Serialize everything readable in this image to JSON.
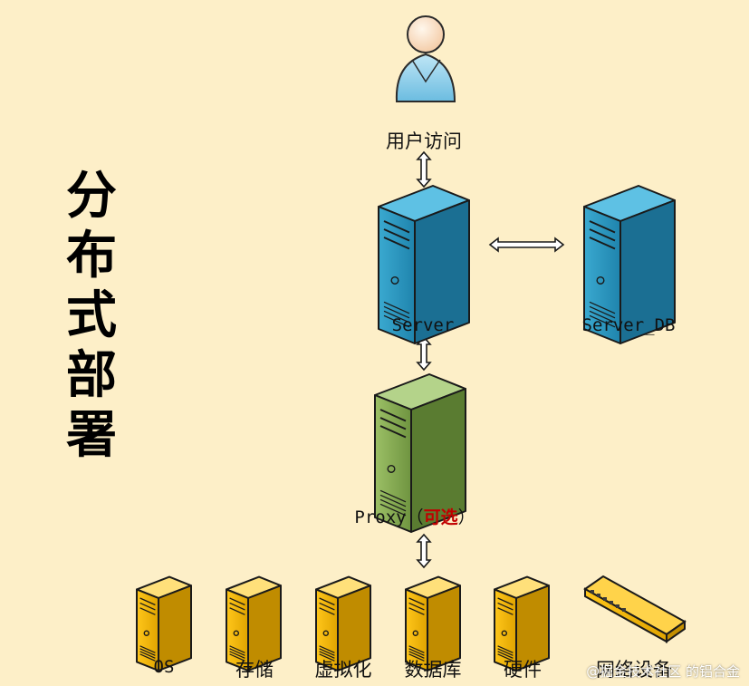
{
  "title_chars": [
    "分",
    "布",
    "式",
    "部",
    "署"
  ],
  "user_label": "用户访问",
  "server_label": "Server",
  "server_db_label": "Server_DB",
  "proxy_label": "Proxy",
  "proxy_optional_open": "（",
  "proxy_optional": "可选",
  "proxy_optional_close": "）",
  "bottom_items": [
    {
      "label": "OS"
    },
    {
      "label": "存储"
    },
    {
      "label": "虚拟化"
    },
    {
      "label": "数据库"
    },
    {
      "label": "硬件"
    },
    {
      "label": "网络设备"
    }
  ],
  "watermark": "@掘金技术社区 的铝合金",
  "colors": {
    "background": "#fdefc8",
    "server_blue": "#2e9bc4",
    "proxy_green": "#8fb158",
    "resource_yellow": "#f2b705",
    "optional_red": "#c00000"
  }
}
